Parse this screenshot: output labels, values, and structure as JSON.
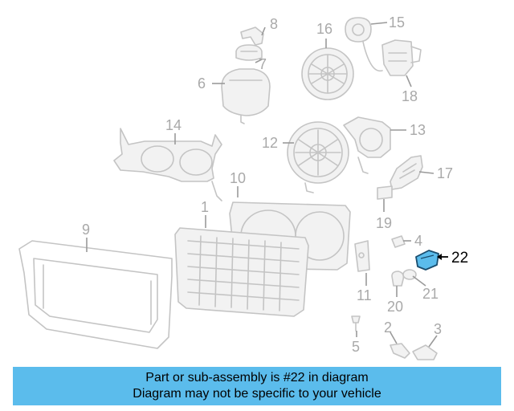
{
  "diagram": {
    "callouts": [
      {
        "id": "1",
        "label": "1"
      },
      {
        "id": "2",
        "label": "2"
      },
      {
        "id": "3",
        "label": "3"
      },
      {
        "id": "4",
        "label": "4"
      },
      {
        "id": "5",
        "label": "5"
      },
      {
        "id": "6",
        "label": "6"
      },
      {
        "id": "7",
        "label": "7"
      },
      {
        "id": "8",
        "label": "8"
      },
      {
        "id": "9",
        "label": "9"
      },
      {
        "id": "10",
        "label": "10"
      },
      {
        "id": "11",
        "label": "11"
      },
      {
        "id": "12",
        "label": "12"
      },
      {
        "id": "13",
        "label": "13"
      },
      {
        "id": "14",
        "label": "14"
      },
      {
        "id": "15",
        "label": "15"
      },
      {
        "id": "16",
        "label": "16"
      },
      {
        "id": "17",
        "label": "17"
      },
      {
        "id": "18",
        "label": "18"
      },
      {
        "id": "19",
        "label": "19"
      },
      {
        "id": "20",
        "label": "20"
      },
      {
        "id": "21",
        "label": "21"
      },
      {
        "id": "22",
        "label": "22"
      }
    ],
    "highlighted_part": "22",
    "highlight_color": "#5bbcec"
  },
  "banner": {
    "line1": "Part or sub-assembly is #22 in diagram",
    "line2": "Diagram may not be specific to your vehicle",
    "background": "#5bbcec"
  }
}
